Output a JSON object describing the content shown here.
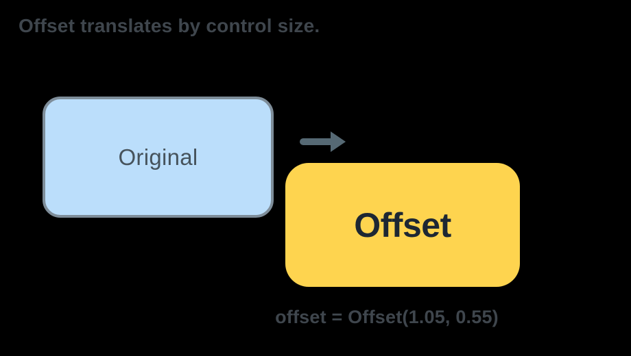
{
  "title": "Offset translates by control size.",
  "diagram": {
    "original_box": {
      "label": "Original"
    },
    "offset_box": {
      "label": "Offset"
    },
    "arrow_icon": "right-arrow-icon",
    "caption": "offset = Offset(1.05, 0.55)"
  },
  "colors": {
    "background": "#000000",
    "title-text": "#3F464D",
    "original-fill": "#BBDEFB",
    "original-border": "#7E8D99",
    "original-text": "#46535C",
    "offset-fill": "#FED44F",
    "offset-text": "#1D2733",
    "arrow": "#566974",
    "caption-text": "#3F464D"
  }
}
